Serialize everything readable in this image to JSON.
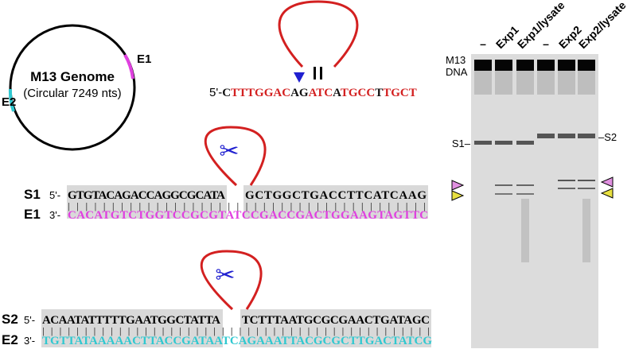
{
  "genome": {
    "title": "M13 Genome",
    "subtitle": "(Circular 7249 nts)",
    "e1": "E1",
    "e2": "E2"
  },
  "hairpin": {
    "prefix": "5'-",
    "segments": [
      {
        "t": "C",
        "c": "#111111"
      },
      {
        "t": "TTTGGAC",
        "c": "#d32020"
      },
      {
        "t": "AG",
        "c": "#111111"
      },
      {
        "t": "ATC",
        "c": "#d32020"
      },
      {
        "t": "A",
        "c": "#111111"
      },
      {
        "t": "TGCC",
        "c": "#d32020"
      },
      {
        "t": "T",
        "c": "#111111"
      },
      {
        "t": "TGCT",
        "c": "#d32020"
      }
    ]
  },
  "s1": {
    "label": "S1",
    "prefix": "5'-",
    "left": "GTGTACAGACCAGGCGCATA",
    "right": "GCTGGCTGACCTTCATCAAG"
  },
  "e1": {
    "label": "E1",
    "prefix": "3'-",
    "seq": "CACATGTCTGGTCCGCGTATCCGACCGACTGGAAGTAGTTC"
  },
  "s2": {
    "label": "S2",
    "prefix": "5'-",
    "left": "ACAATATTTTTGAATGGCTATTA",
    "right": "TCTTTAATGCGCGAACTGATAGC"
  },
  "e2": {
    "label": "E2",
    "prefix": "3'-",
    "seq": "TGTTATAAAAACTTACCGATAATCAGAAATTACGCGCTTGACTATCG"
  },
  "gel": {
    "lanes": [
      "–",
      "Exp1",
      "Exp1/lysate",
      "–",
      "Exp2",
      "Exp2/lysate"
    ],
    "m13_label_1": "M13",
    "m13_label_2": "DNA",
    "s1_label": "S1–",
    "s2_label": "–S2"
  },
  "colors": {
    "red": "#d32020",
    "magenta": "#e040e0",
    "cyan": "#30c8d0",
    "blue": "#2020d0",
    "pink_arrow": "#e090e0",
    "yellow_arrow": "#e8e040"
  }
}
